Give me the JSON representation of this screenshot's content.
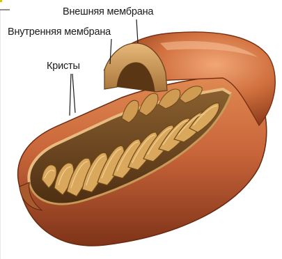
{
  "labels": {
    "outer_membrane": "Внешняя мембрана",
    "inner_membrane": "Внутренняя мембрана",
    "cristae": "Кристы"
  },
  "colors": {
    "outer_surface": "#c96a3a",
    "outer_shadow": "#8a3a1e",
    "highlight": "#f0a070",
    "inner_cavity": "#6b4420",
    "cristae_fill": "#d8a65a",
    "cristae_edge": "#7a5020",
    "leader_line": "#1a1a1a",
    "corner_mark": "#d4c800"
  }
}
